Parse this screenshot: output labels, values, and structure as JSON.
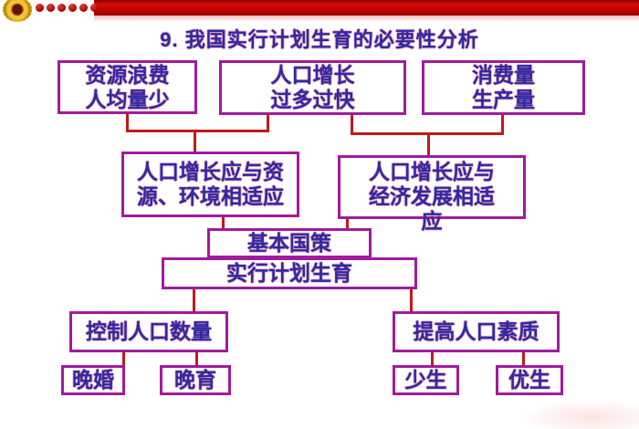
{
  "slide": {
    "title": "9. 我国实行计划生育的必要性分析"
  },
  "header": {
    "emblem_icon": "gold-badge",
    "dots": 6
  },
  "colors": {
    "header_bar": "#c00000",
    "box_border": "#a21a9e",
    "connector_line": "#c41818",
    "text": "#2b2ba6"
  },
  "nodes": {
    "resource_waste": "资源浪费\n人均量少",
    "population_growth": "人口增长\n过多过快",
    "consumption_production": "消费量\n生产量",
    "match_resources_env": "人口增长应与资\n源、环境相适应",
    "match_economy": "人口增长应与\n经济发展相适\n应",
    "basic_policy": "基本国策",
    "family_planning": "实行计划生育",
    "control_quantity": "控制人口数量",
    "improve_quality": "提高人口素质",
    "late_marriage": "晚婚",
    "late_childbirth": "晚育",
    "fewer_births": "少生",
    "better_births": "优生"
  }
}
